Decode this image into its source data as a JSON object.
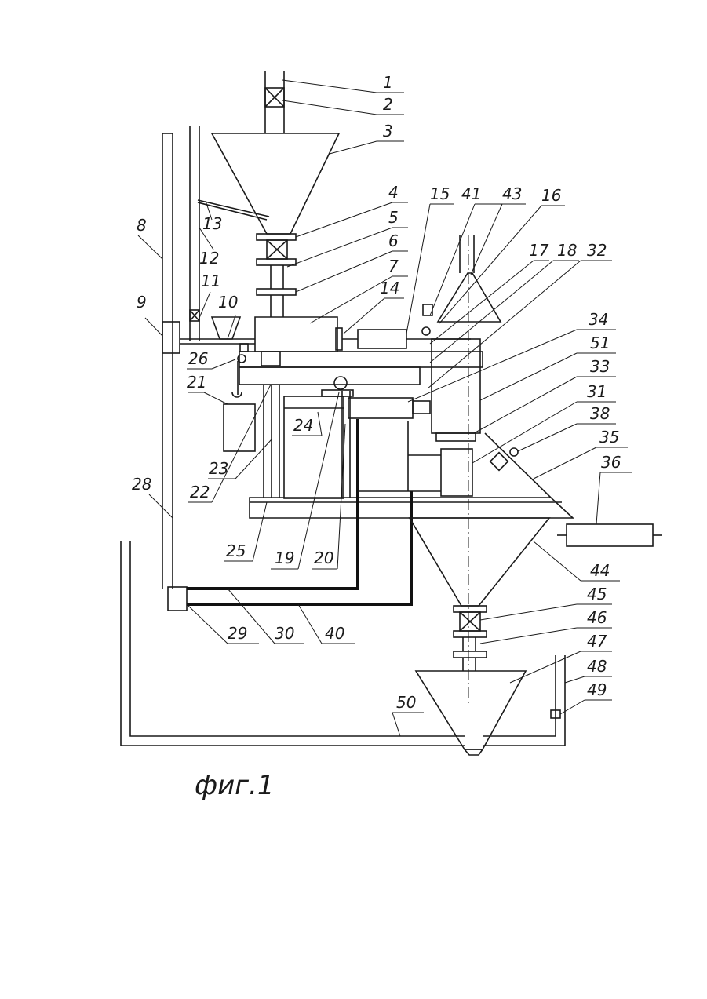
{
  "figure": {
    "caption": "фиг.1",
    "labels": [
      {
        "id": "1",
        "text": "1"
      },
      {
        "id": "2",
        "text": "2"
      },
      {
        "id": "3",
        "text": "3"
      },
      {
        "id": "4",
        "text": "4"
      },
      {
        "id": "5",
        "text": "5"
      },
      {
        "id": "6",
        "text": "6"
      },
      {
        "id": "7",
        "text": "7"
      },
      {
        "id": "8",
        "text": "8"
      },
      {
        "id": "9",
        "text": "9"
      },
      {
        "id": "10",
        "text": "10"
      },
      {
        "id": "11",
        "text": "11"
      },
      {
        "id": "12",
        "text": "12"
      },
      {
        "id": "13",
        "text": "13"
      },
      {
        "id": "14",
        "text": "14"
      },
      {
        "id": "15",
        "text": "15"
      },
      {
        "id": "16",
        "text": "16"
      },
      {
        "id": "17",
        "text": "17"
      },
      {
        "id": "18",
        "text": "18"
      },
      {
        "id": "19",
        "text": "19"
      },
      {
        "id": "20",
        "text": "20"
      },
      {
        "id": "21",
        "text": "21"
      },
      {
        "id": "22",
        "text": "22"
      },
      {
        "id": "23",
        "text": "23"
      },
      {
        "id": "24",
        "text": "24"
      },
      {
        "id": "25",
        "text": "25"
      },
      {
        "id": "26",
        "text": "26"
      },
      {
        "id": "28",
        "text": "28"
      },
      {
        "id": "29",
        "text": "29"
      },
      {
        "id": "30",
        "text": "30"
      },
      {
        "id": "31",
        "text": "31"
      },
      {
        "id": "32",
        "text": "32"
      },
      {
        "id": "33",
        "text": "33"
      },
      {
        "id": "34",
        "text": "34"
      },
      {
        "id": "35",
        "text": "35"
      },
      {
        "id": "36",
        "text": "36"
      },
      {
        "id": "38",
        "text": "38"
      },
      {
        "id": "40",
        "text": "40"
      },
      {
        "id": "41",
        "text": "41"
      },
      {
        "id": "43",
        "text": "43"
      },
      {
        "id": "44",
        "text": "44"
      },
      {
        "id": "45",
        "text": "45"
      },
      {
        "id": "46",
        "text": "46"
      },
      {
        "id": "47",
        "text": "47"
      },
      {
        "id": "48",
        "text": "48"
      },
      {
        "id": "49",
        "text": "49"
      },
      {
        "id": "50",
        "text": "50"
      },
      {
        "id": "51",
        "text": "51"
      }
    ]
  }
}
